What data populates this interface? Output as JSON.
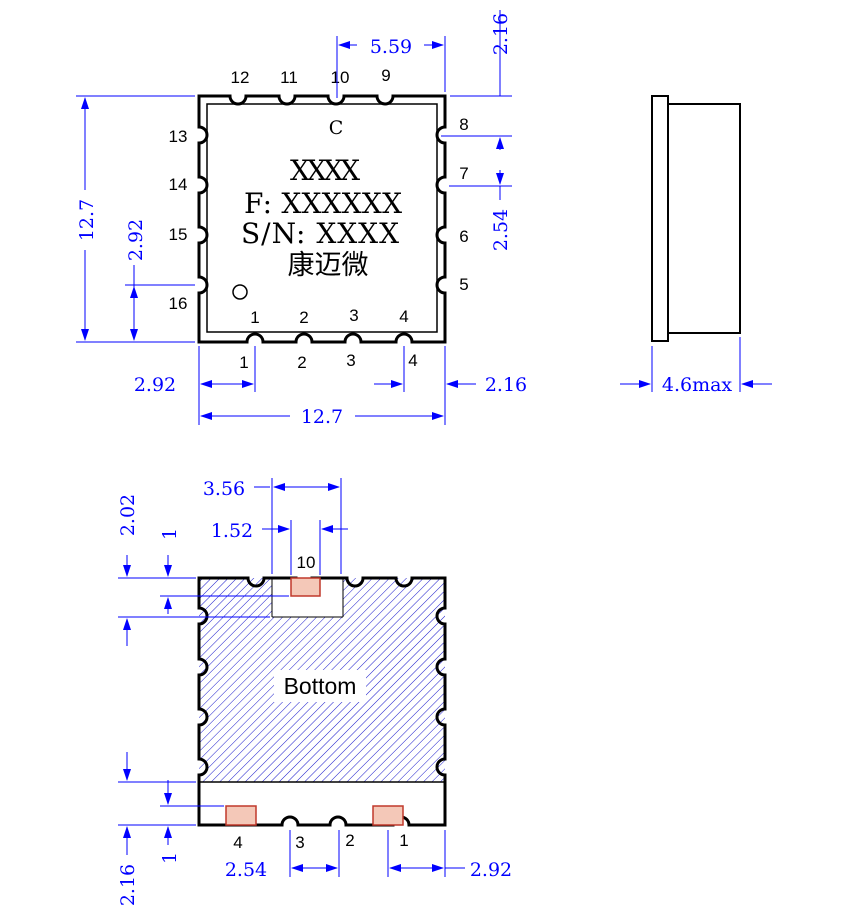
{
  "top_view": {
    "marking": {
      "orientation": "C",
      "line1": "XXXX",
      "line2": "F: XXXXXX",
      "line3": "S/N: XXXX",
      "maker": "康迈微"
    },
    "pins_top": [
      "12",
      "11",
      "10",
      "9"
    ],
    "pins_left": [
      "13",
      "14",
      "15",
      "16"
    ],
    "pins_right": [
      "8",
      "7",
      "6",
      "5"
    ],
    "pins_bottom_inner": [
      "1",
      "2",
      "3",
      "4"
    ],
    "pins_bottom_outer": [
      "1",
      "2",
      "3",
      "4"
    ],
    "dims": {
      "top_pitch": "5.59",
      "top_right_offset": "2.16",
      "height": "12.7",
      "left_pin_offset": "2.92",
      "right_pitch": "2.54",
      "bottom_left_offset": "2.92",
      "bottom_right_offset": "2.16",
      "width": "12.7"
    }
  },
  "side_view": {
    "thickness": "4.6max"
  },
  "bottom_view": {
    "label": "Bottom",
    "pin_top": "10",
    "pins_bottom": [
      "4",
      "3",
      "2",
      "1"
    ],
    "dims": {
      "pad_span": "3.56",
      "pad_width": "1.52",
      "top_edge_offset": "2.02",
      "top_strip": "1",
      "bottom_edge_offset": "2.16",
      "bottom_strip": "1",
      "bottom_pitch": "2.54",
      "bottom_right_offset": "2.92"
    }
  },
  "colors": {
    "outline": "#000000",
    "dimension": "#0000ff",
    "hatch": "#1a1acc",
    "pad_fill": "#f4c8b8",
    "pad_stroke": "#c0392b"
  }
}
